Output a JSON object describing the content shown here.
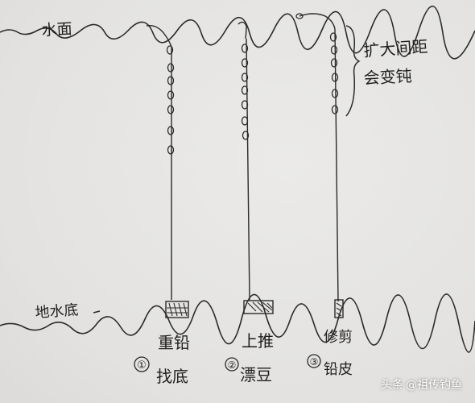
{
  "labels": {
    "water_surface": "水面",
    "bottom": "地水底",
    "annotation_line1": "扩大间距",
    "annotation_line2": "会变钝"
  },
  "methods": [
    {
      "number": "①",
      "line1": "重铅",
      "line2": "找底"
    },
    {
      "number": "②",
      "line1": "上推",
      "line2": "漂豆"
    },
    {
      "number": "③",
      "line1": "修剪",
      "line2": "铅皮"
    }
  ],
  "watermark": {
    "source": "头条",
    "account": "@祖传钓鱼"
  },
  "colors": {
    "paper": "#e6e5e3",
    "ink": "#1e1e1e"
  }
}
